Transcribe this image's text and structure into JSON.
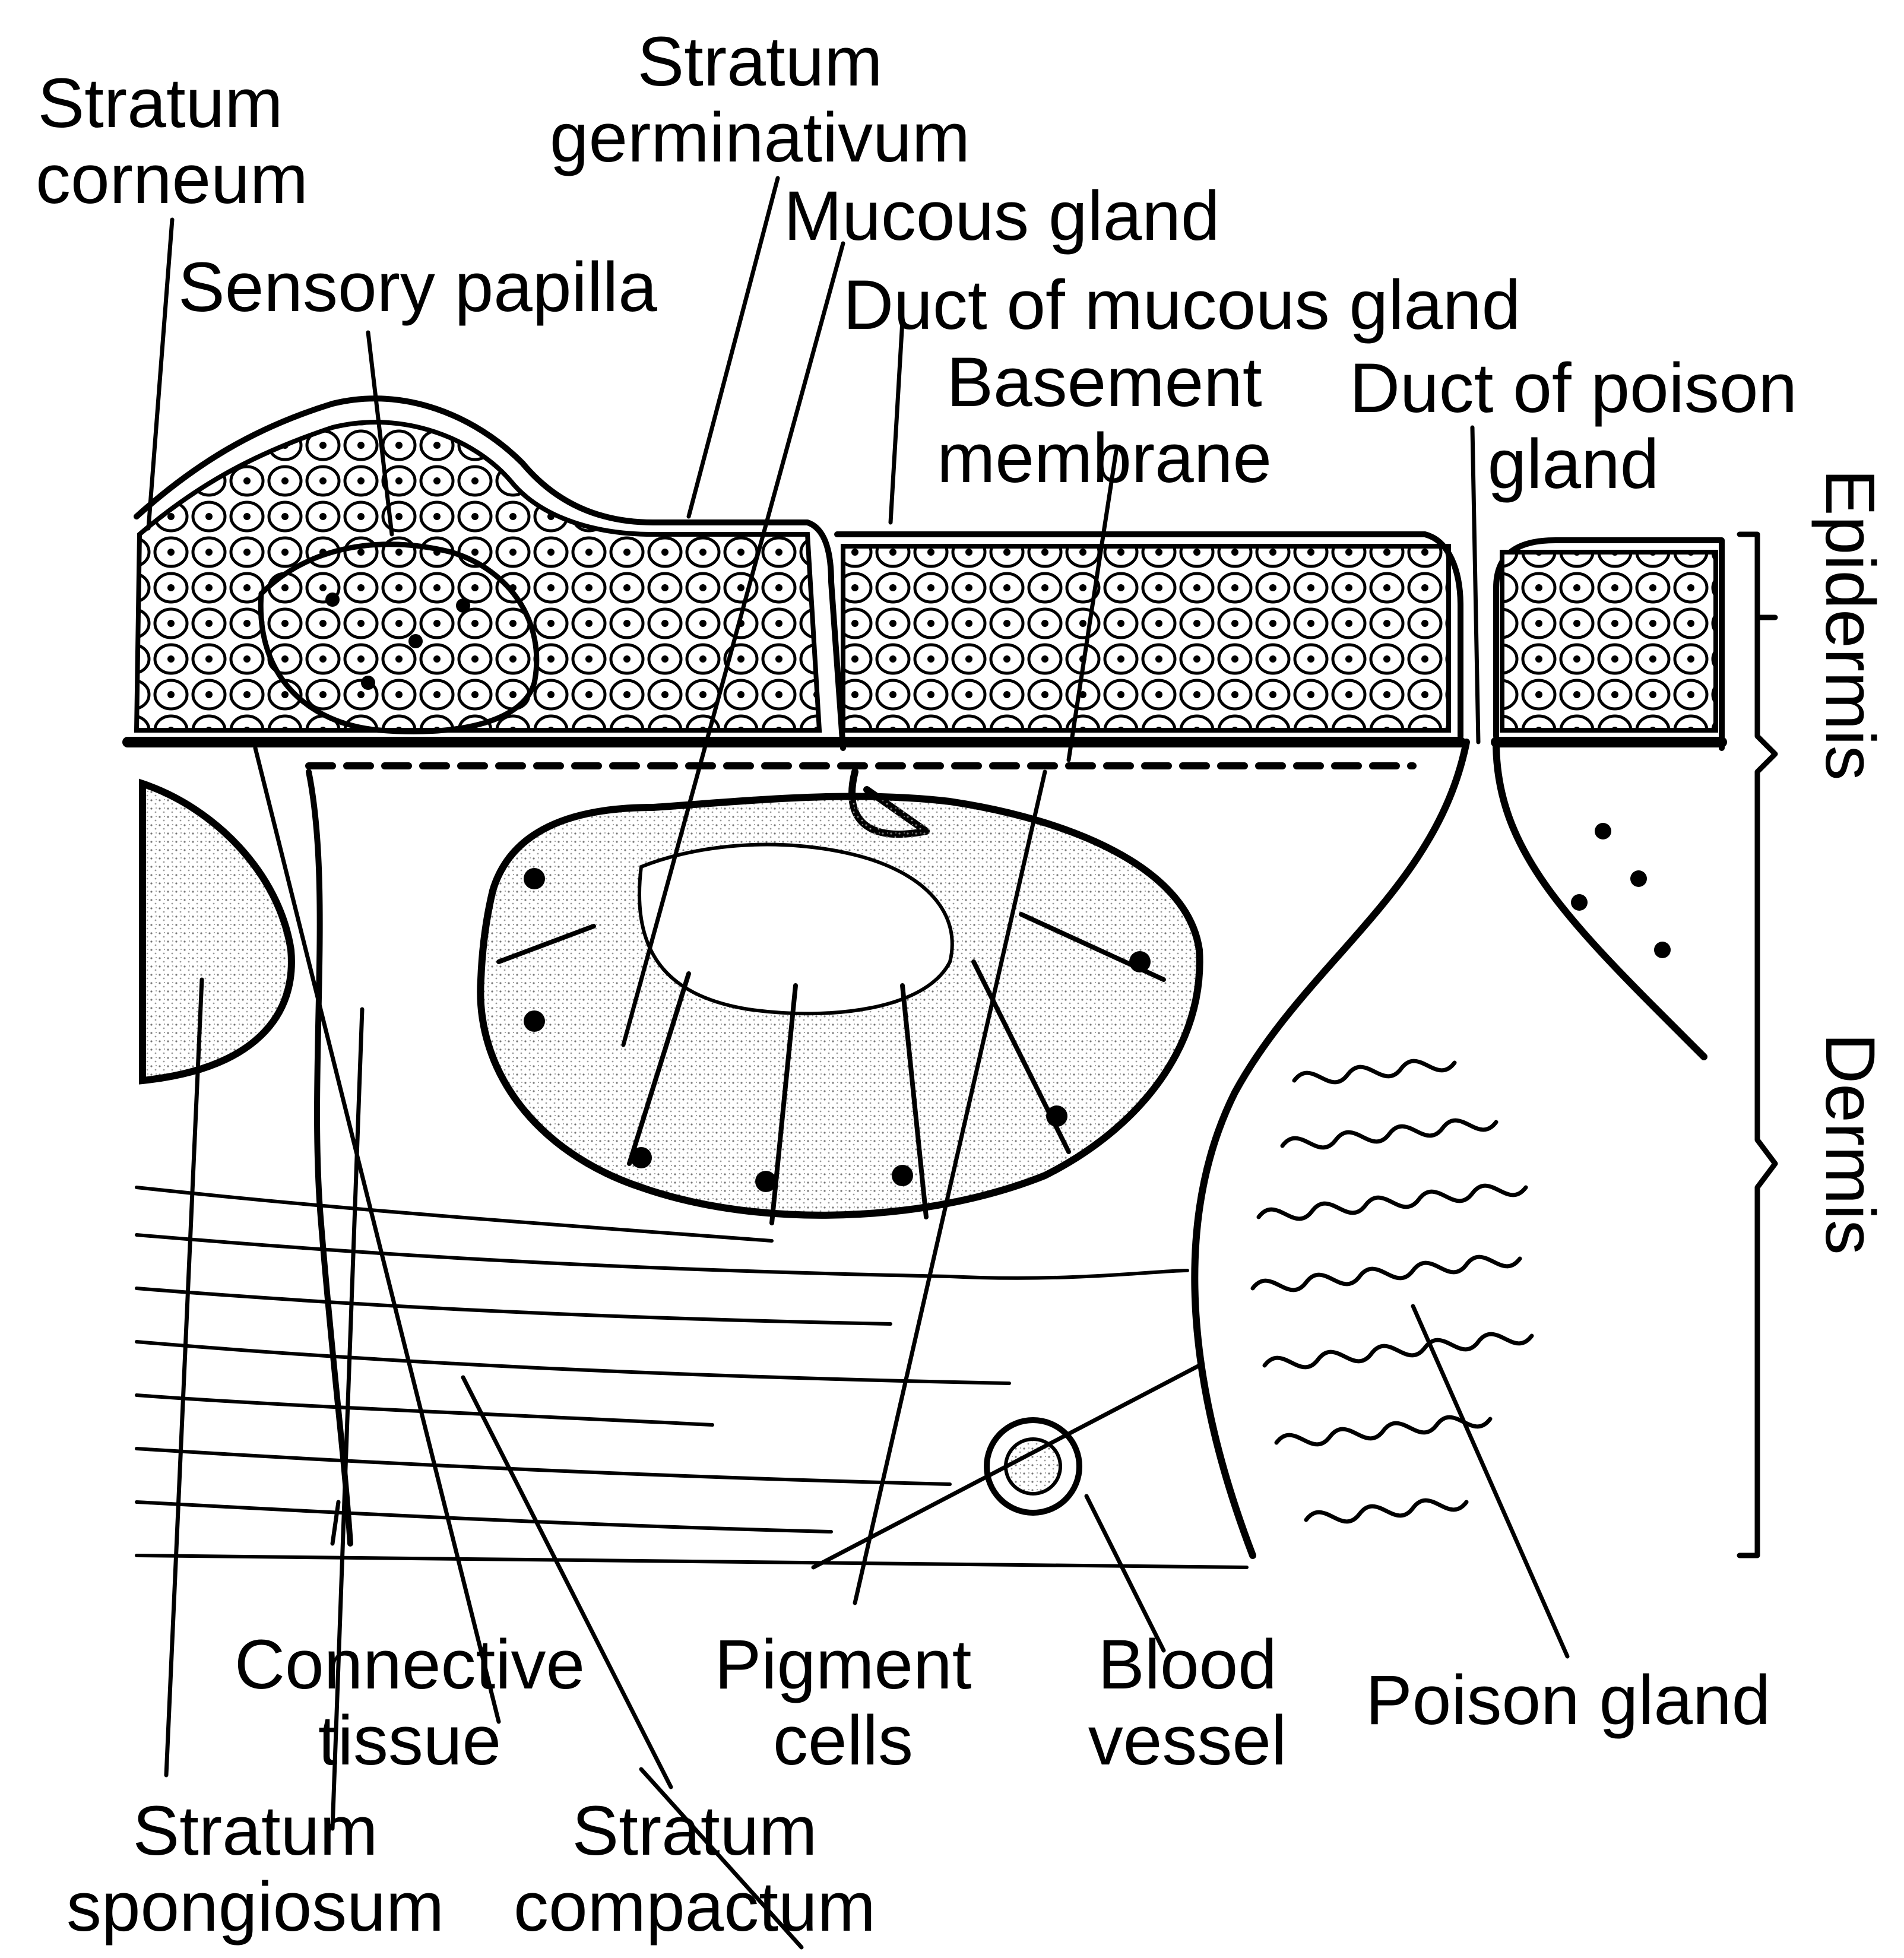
{
  "labels": {
    "stratum_corneum": [
      "Stratum",
      "corneum"
    ],
    "stratum_germinativum": [
      "Stratum",
      "germinativum"
    ],
    "mucous_gland": "Mucous gland",
    "sensory_papilla": "Sensory papilla",
    "duct_of_mucous_gland": "Duct of mucous gland",
    "basement_membrane": [
      "Basement",
      "membrane"
    ],
    "duct_of_poison_gland": [
      "Duct of poison",
      "gland"
    ],
    "epidermis": "Epidermis",
    "dermis": "Dermis",
    "connective_tissue": [
      "Connective",
      "tissue"
    ],
    "pigment_cells": [
      "Pigment",
      "cells"
    ],
    "blood_vessel": [
      "Blood",
      "vessel"
    ],
    "poison_gland": "Poison gland",
    "stratum_spongiosum": [
      "Stratum",
      "spongiosum"
    ],
    "stratum_compactum": [
      "Stratum",
      "compactum"
    ]
  },
  "colors": {
    "ink": "#000000",
    "paper": "#ffffff",
    "stipple": "#8a8a8a"
  }
}
